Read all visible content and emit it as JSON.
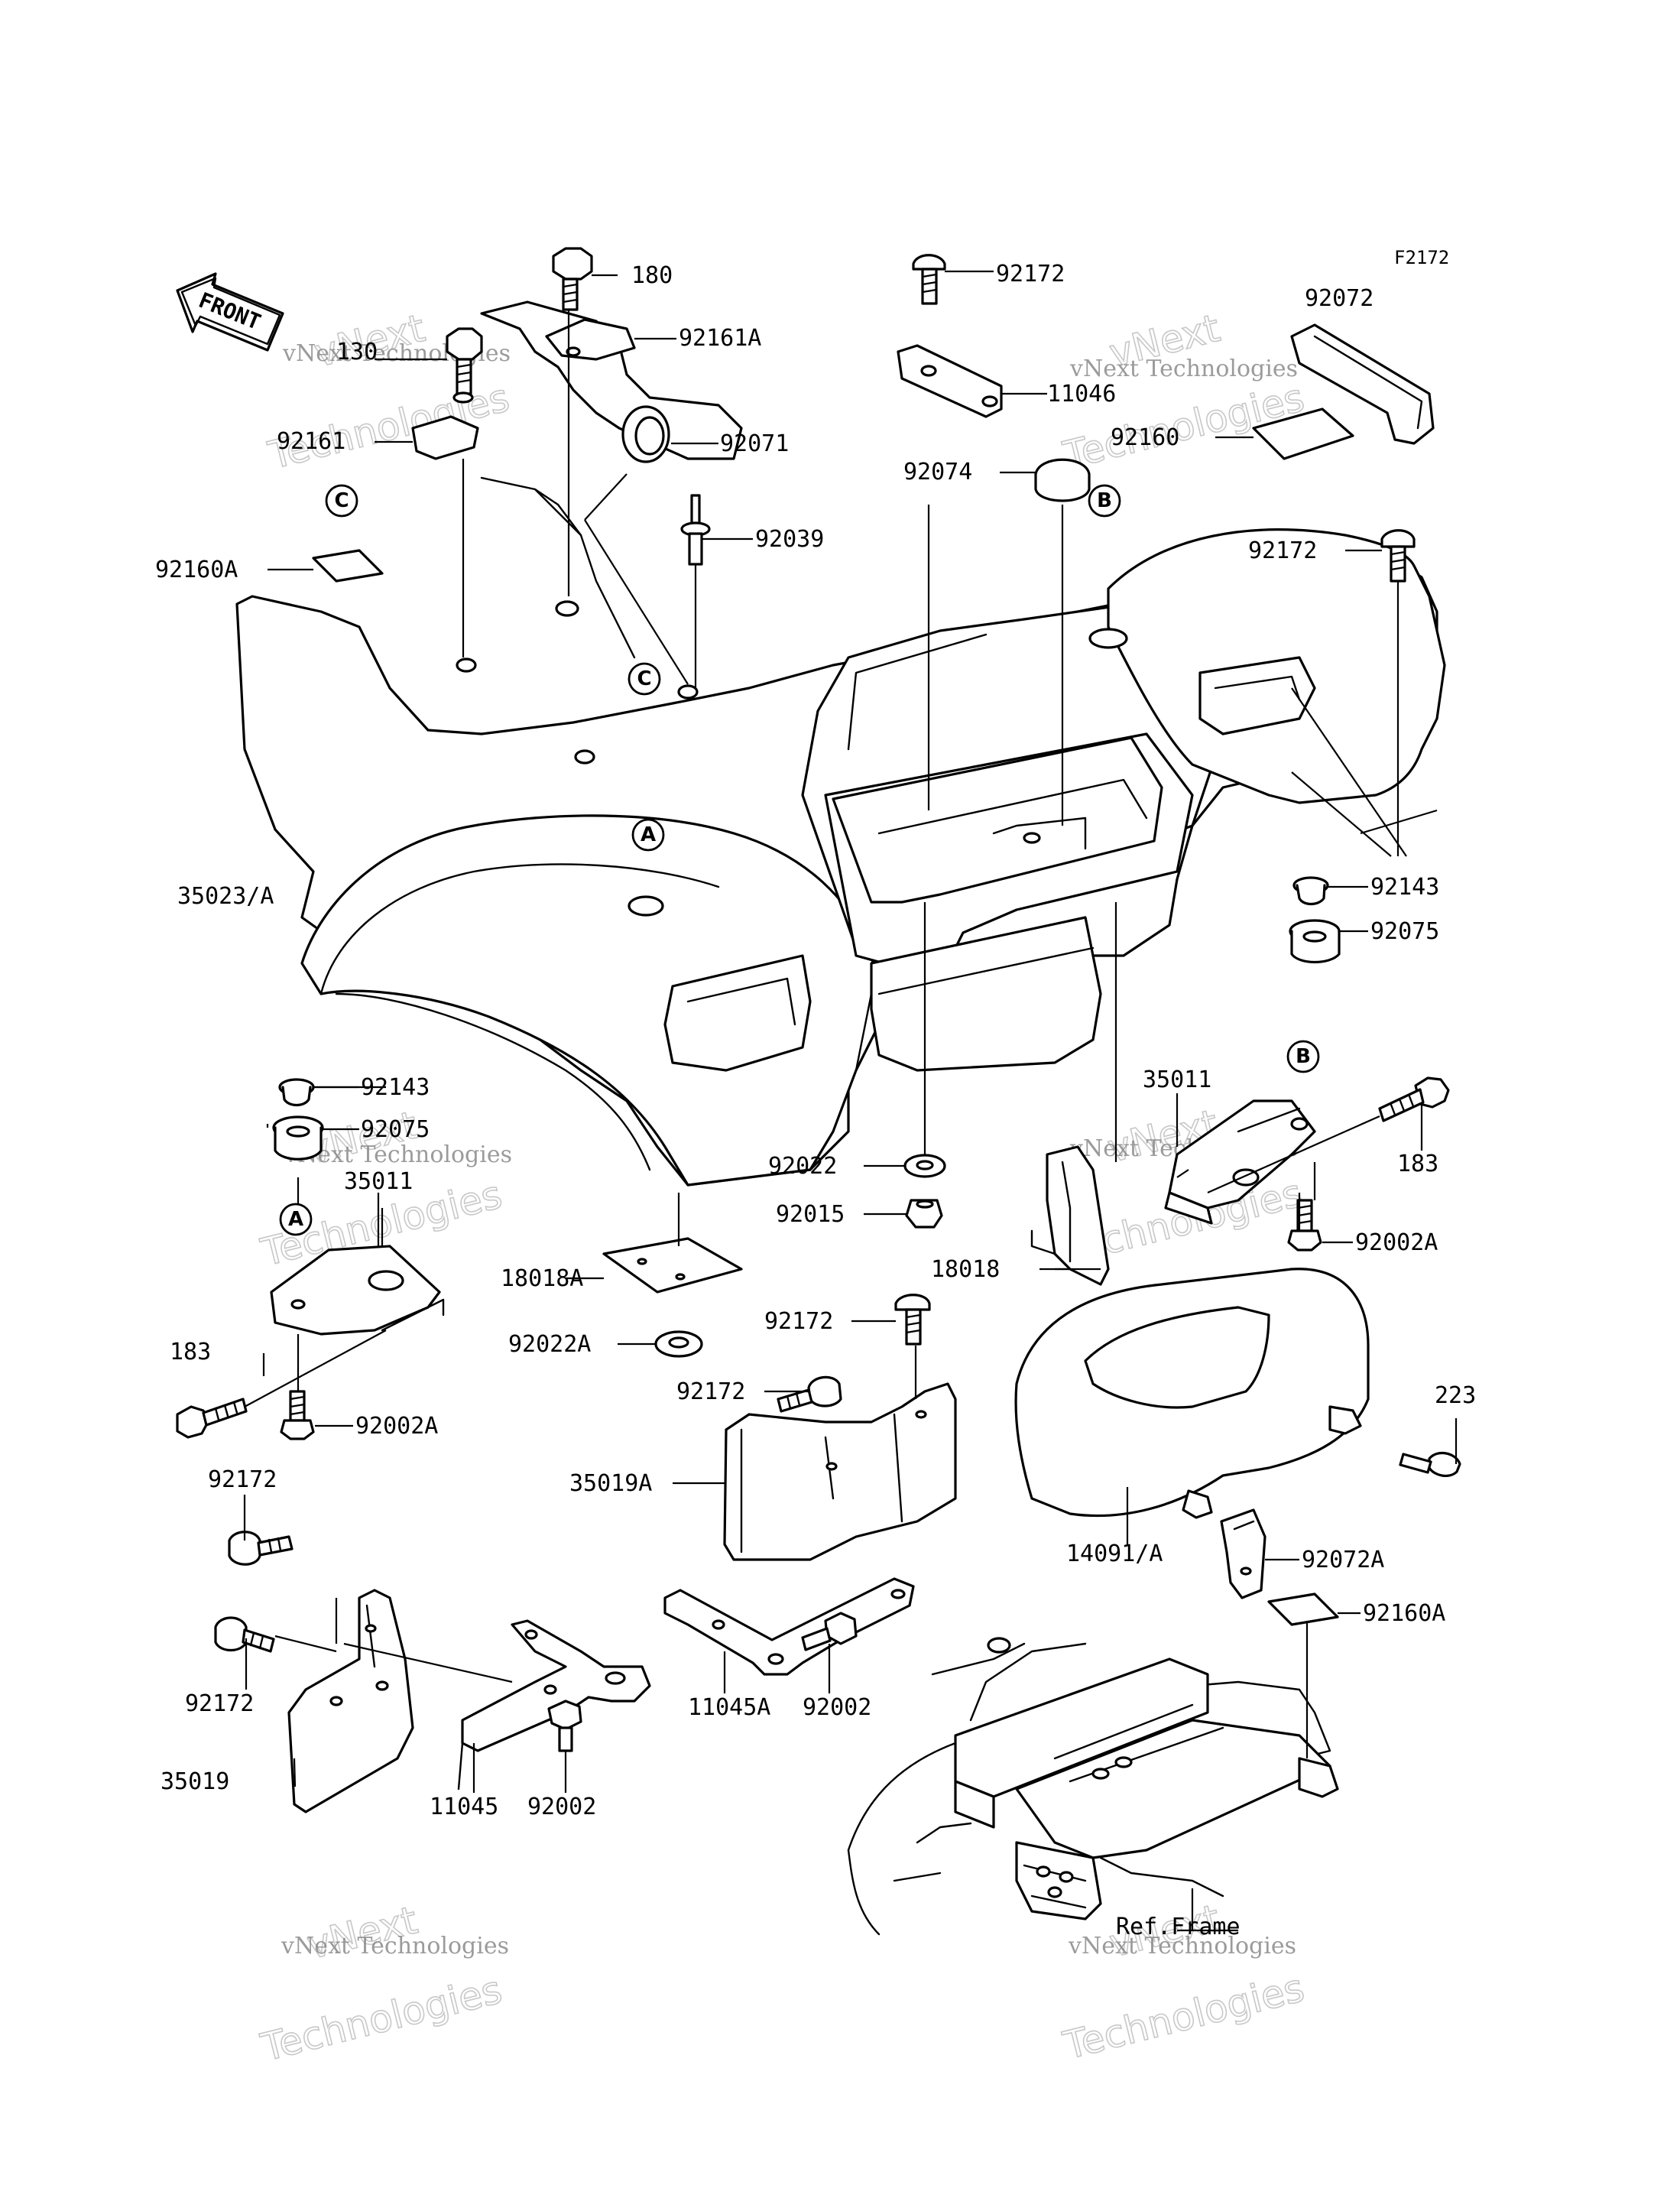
{
  "diagram": {
    "figure_code": "F2172",
    "front_label": "FRONT",
    "watermark": {
      "small": "vNext Technologies",
      "big": "Technologies",
      "top": "vNext"
    },
    "parts": [
      {
        "id": "180",
        "label": "180"
      },
      {
        "id": "92172",
        "label": "92172"
      },
      {
        "id": "92072",
        "label": "92072"
      },
      {
        "id": "130",
        "label": "130"
      },
      {
        "id": "92161A",
        "label": "92161A"
      },
      {
        "id": "11046",
        "label": "11046"
      },
      {
        "id": "92161",
        "label": "92161"
      },
      {
        "id": "92071",
        "label": "92071"
      },
      {
        "id": "92160",
        "label": "92160"
      },
      {
        "id": "92074",
        "label": "92074"
      },
      {
        "id": "92039",
        "label": "92039"
      },
      {
        "id": "92160A",
        "label": "92160A"
      },
      {
        "id": "92172b",
        "label": "92172"
      },
      {
        "id": "35023A",
        "label": "35023/A"
      },
      {
        "id": "92143",
        "label": "92143"
      },
      {
        "id": "92075",
        "label": "92075"
      },
      {
        "id": "92143b",
        "label": "92143"
      },
      {
        "id": "92075b",
        "label": "92075"
      },
      {
        "id": "35011",
        "label": "35011"
      },
      {
        "id": "35011b",
        "label": "35011"
      },
      {
        "id": "183",
        "label": "183"
      },
      {
        "id": "92022",
        "label": "92022"
      },
      {
        "id": "92015",
        "label": "92015"
      },
      {
        "id": "92002A",
        "label": "92002A"
      },
      {
        "id": "18018",
        "label": "18018"
      },
      {
        "id": "18018A",
        "label": "18018A"
      },
      {
        "id": "92172c",
        "label": "92172"
      },
      {
        "id": "92022A",
        "label": "92022A"
      },
      {
        "id": "183b",
        "label": "183"
      },
      {
        "id": "92172d",
        "label": "92172"
      },
      {
        "id": "223",
        "label": "223"
      },
      {
        "id": "92002Ab",
        "label": "92002A"
      },
      {
        "id": "35019A",
        "label": "35019A"
      },
      {
        "id": "92172e",
        "label": "92172"
      },
      {
        "id": "14091A",
        "label": "14091/A"
      },
      {
        "id": "92072A",
        "label": "92072A"
      },
      {
        "id": "92160Ab",
        "label": "92160A"
      },
      {
        "id": "11045A",
        "label": "11045A"
      },
      {
        "id": "92002",
        "label": "92002"
      },
      {
        "id": "92172f",
        "label": "92172"
      },
      {
        "id": "35019",
        "label": "35019"
      },
      {
        "id": "11045",
        "label": "11045"
      },
      {
        "id": "92002b",
        "label": "92002"
      },
      {
        "id": "ref_frame",
        "label": "Ref.Frame"
      }
    ],
    "reference_markers": {
      "A": "A",
      "B": "B",
      "C": "C"
    }
  }
}
